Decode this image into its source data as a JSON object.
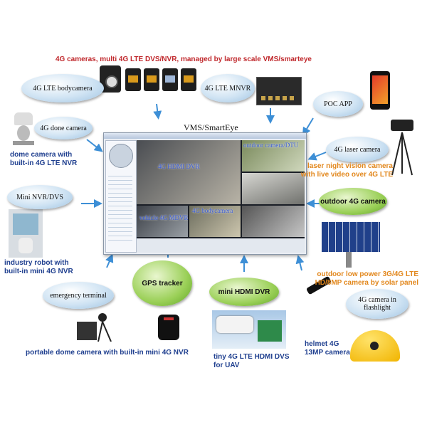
{
  "header": "4G cameras,   multi 4G LTE DVS/NVR,   managed by large scale VMS/smarteye",
  "vms_title": "VMS/SmartEye",
  "bubbles": {
    "bodycam": "4G LTE bodycamera",
    "mnvr": "4G LTE MNVR",
    "poc": "POC APP",
    "done": "4G done camera",
    "laser": "4G laser camera",
    "minidvs": "Mini NVR/DVS",
    "outdoor": "outdoor 4G camera",
    "emergency": "emergency terminal",
    "gps": "GPS tracker",
    "hdmi": "mini HDMI DVR",
    "flashlight": "4G camera in flashlight"
  },
  "captions": {
    "dome": [
      "dome camera with",
      "built-in 4G LTE NVR"
    ],
    "robot": [
      "industry robot with",
      "built-in mini 4G NVR"
    ],
    "portable": "portable dome camera with built-in mini 4G NVR",
    "uav": [
      "tiny 4G LTE HDMI DVS",
      "for UAV"
    ],
    "helmet": [
      "helmet 4G",
      "13MP camera"
    ],
    "laser_night": [
      "laser night vision camera",
      "with live video over 4G LTE"
    ],
    "solar": [
      "outdoor low power 3G/4G LTE",
      "HD/8MP camera by solar panel"
    ]
  },
  "video_labels": {
    "hdmi_dvr": "4G HDMI DVR",
    "outdoor_dtu": "outdoor camera/DTU",
    "vehicle_mdvr": "vehicle 4G MDVR",
    "bodycamera": "4G bodycamera"
  },
  "colors": {
    "header_red": "#c0282c",
    "caption_blue": "#1f3f8f",
    "caption_orange": "#e2871c",
    "arrow_blue": "#3d8fd6",
    "bubble_green": "#7cbd3a"
  }
}
